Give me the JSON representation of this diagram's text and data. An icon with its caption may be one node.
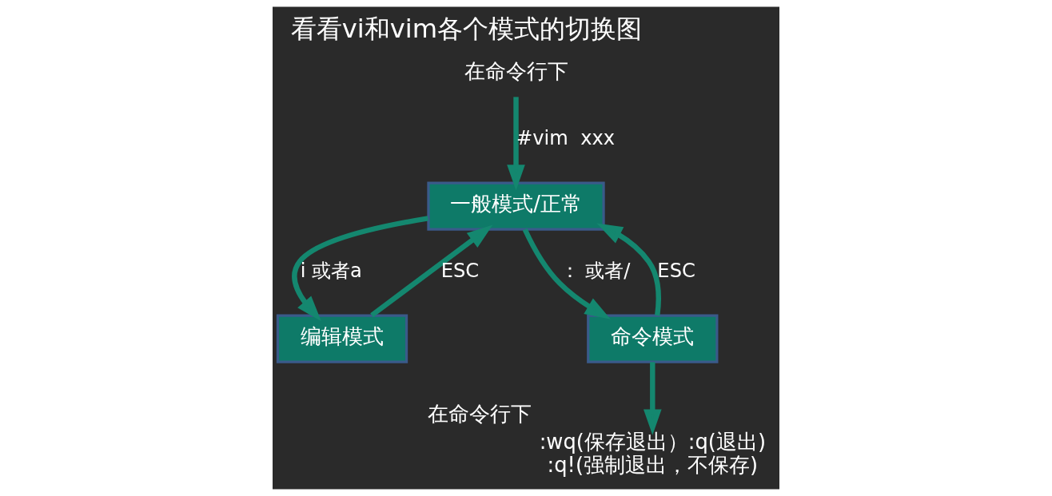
{
  "diagram": {
    "title": "看看vi和vim各个模式的切换图",
    "nodes": [
      {
        "text": [
          "在命令行下"
        ]
      },
      {
        "text": [
          "一般模式/正常"
        ]
      },
      {
        "text": [
          "编辑模式"
        ]
      },
      {
        "text": [
          "命令模式"
        ]
      },
      {
        "text": [
          ":wq(保存退出）:q(退出)",
          ":q!(强制退出，不保存)"
        ],
        "beside": [
          "在命令行下"
        ]
      }
    ],
    "edges": [
      {
        "from": 0,
        "to": 1,
        "arrow": "to",
        "label": "#vim  xxx"
      },
      {
        "from": 1,
        "to": 2,
        "arrow": "to",
        "label": "i 或者a"
      },
      {
        "from": 2,
        "to": 1,
        "arrow": "to",
        "label": "ESC"
      },
      {
        "from": 3,
        "to": 1,
        "arrow": "to",
        "label": "ESC"
      },
      {
        "from": 1,
        "to": 3,
        "arrow": "to",
        "label": "： 或者/"
      },
      {
        "from": 3,
        "to": 4,
        "arrow": "to"
      }
    ]
  }
}
